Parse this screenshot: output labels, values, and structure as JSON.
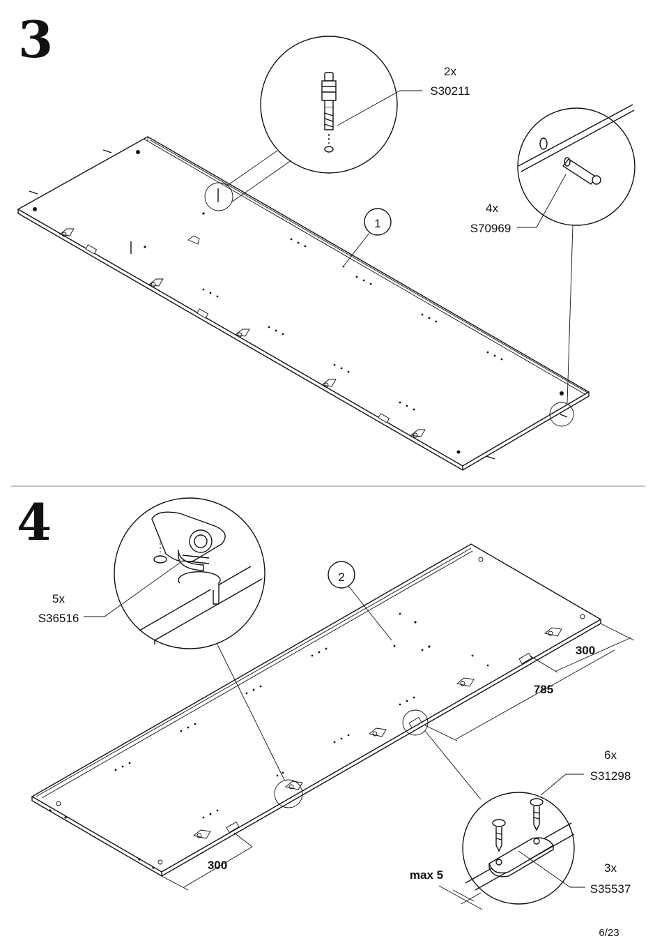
{
  "steps": [
    {
      "number": "3",
      "part_label": "1",
      "callouts": [
        {
          "qty": "2x",
          "code": "S30211"
        },
        {
          "qty": "4x",
          "code": "S70969"
        }
      ]
    },
    {
      "number": "4",
      "part_label": "2",
      "callouts": [
        {
          "qty": "5x",
          "code": "S36516"
        },
        {
          "qty": "6x",
          "code": "S31298"
        },
        {
          "qty": "3x",
          "code": "S35537"
        }
      ],
      "dimensions": {
        "top_offset": "300",
        "middle_offset": "785",
        "bottom_offset": "300",
        "max_label": "max 5"
      }
    }
  ],
  "footer": {
    "page": "6/23"
  }
}
